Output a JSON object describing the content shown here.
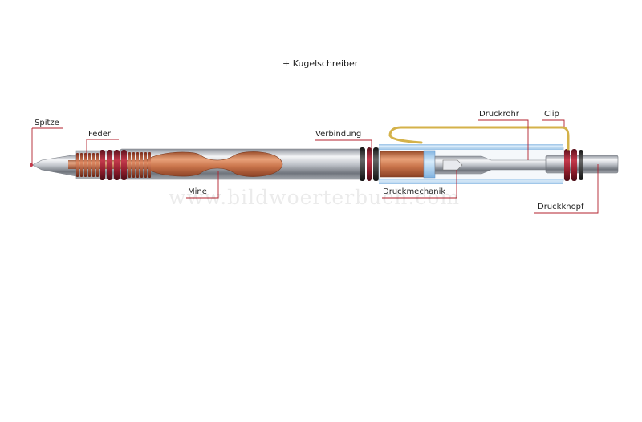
{
  "title": "Kugelschreiber",
  "title_prefix": "+",
  "watermark": "www.bildwoerterbuch.com",
  "labels": {
    "spitze": "Spitze",
    "feder": "Feder",
    "mine": "Mine",
    "verbindung": "Verbindung",
    "druckmechanik": "Druckmechanik",
    "druckrohr": "Druckrohr",
    "clip": "Clip",
    "druckknopf": "Druckknopf"
  },
  "colors": {
    "leader_line": "#b3222e",
    "ring": "#8e1c2b",
    "refill": "#c8734a",
    "barrel": "#c9ccd2",
    "tube_blue": "#a9cdee",
    "clip": "#d4b24a"
  }
}
